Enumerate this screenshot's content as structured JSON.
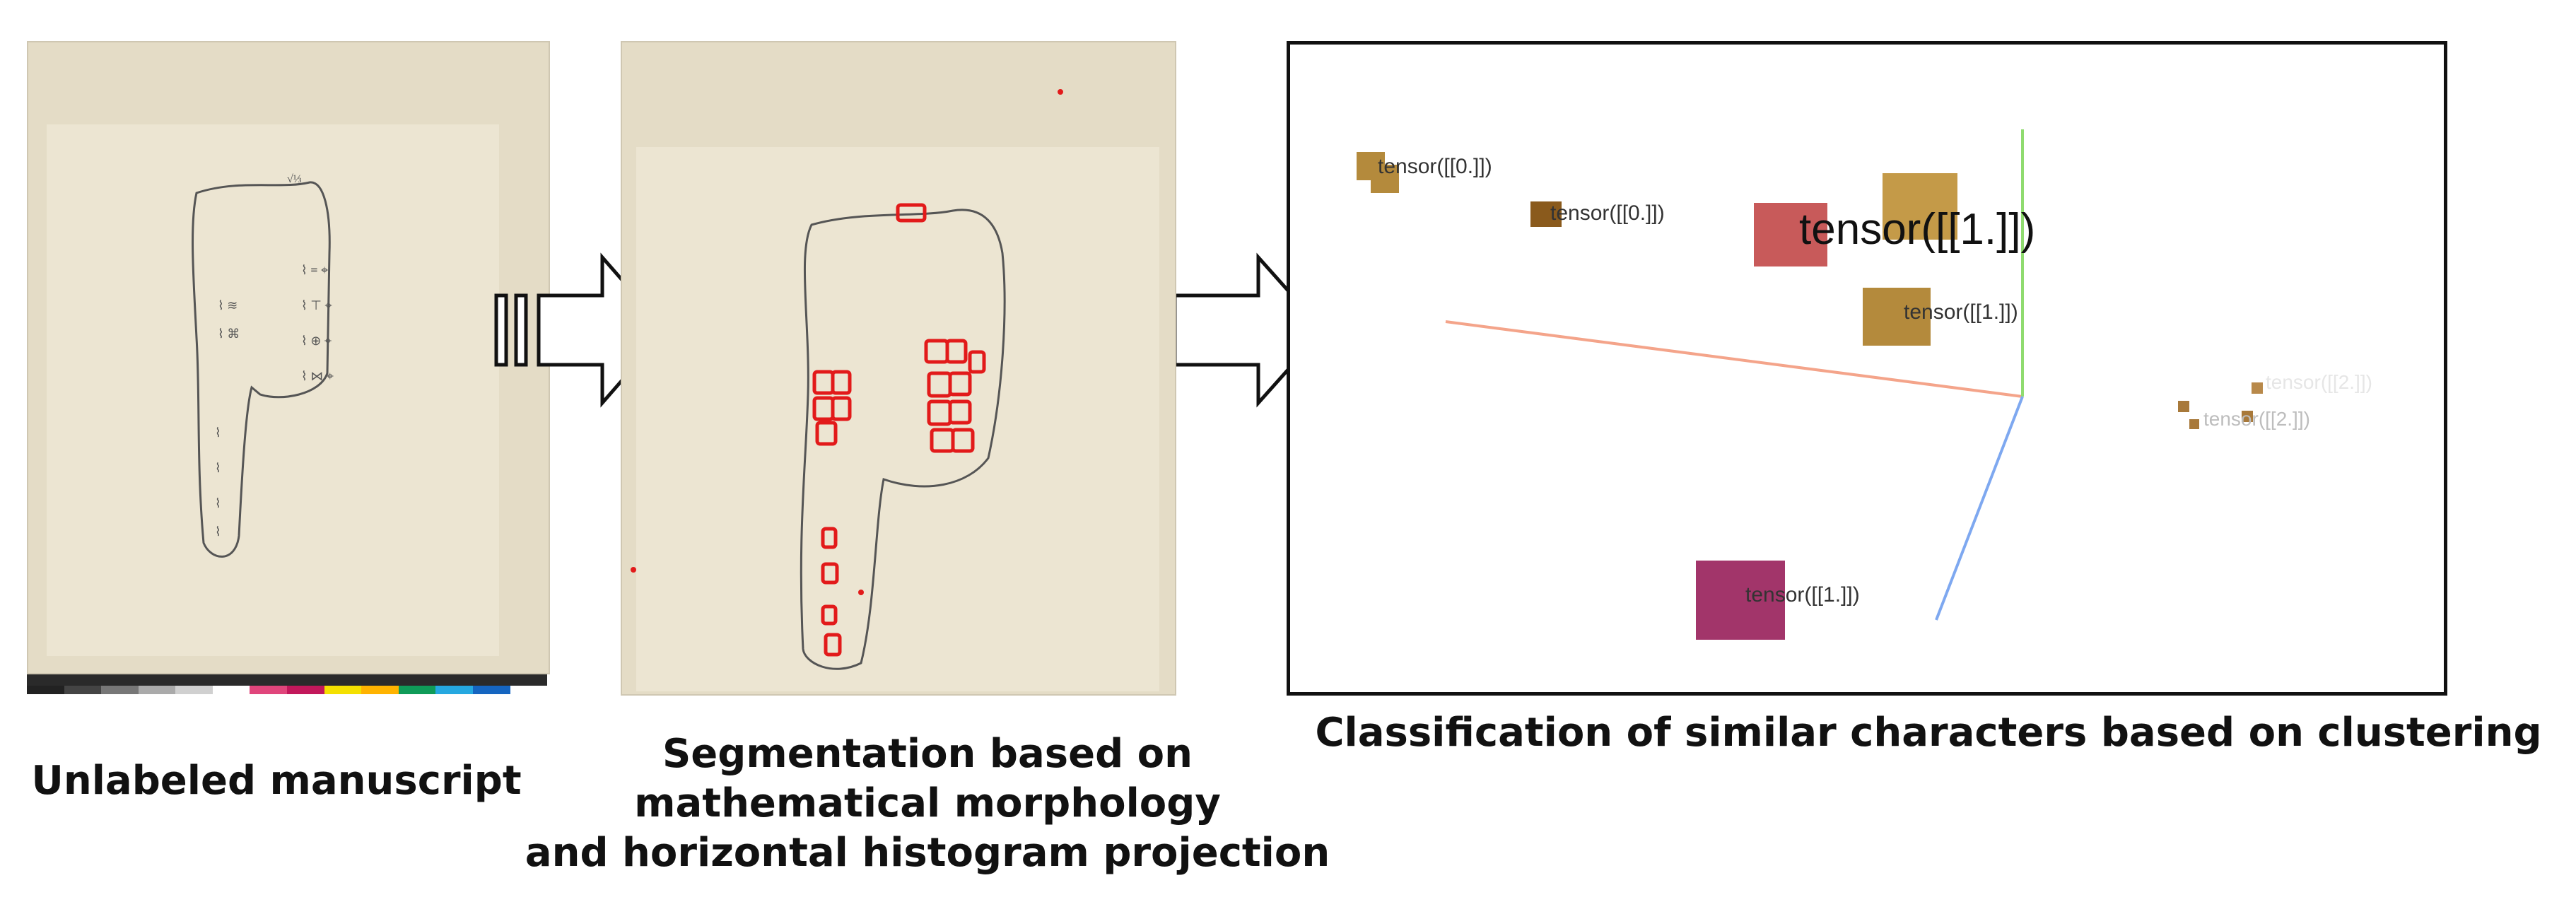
{
  "panels": {
    "left": {
      "caption": "Unlabeled manuscript"
    },
    "middle": {
      "caption_line1": "Segmentation based on",
      "caption_line2": "mathematical morphology",
      "caption_line3": "and horizontal histogram projection"
    },
    "right": {
      "caption": "Classification of similar characters based on clustering"
    }
  },
  "scatter_labels": [
    {
      "text": "tensor([[0.]])"
    },
    {
      "text": "tensor([[0.]])"
    },
    {
      "text": "tensor([[1.]])"
    },
    {
      "text": "tensor([[1.]])"
    },
    {
      "text": "tensor([[1.]])"
    },
    {
      "text": "tensor([[2.]])"
    },
    {
      "text": "tensor([[2.]])"
    }
  ],
  "colors": {
    "segment_highlight": "#e21a1a",
    "arrow_stroke": "#111111",
    "axis_x": "#f4a48a",
    "axis_y": "#8fdb6f",
    "axis_z": "#7ea8f0",
    "cluster0": "#8a5a1c",
    "cluster1_a": "#c85a5a",
    "cluster1_b": "#a2356a",
    "cluster1_c": "#b48a3c",
    "cluster2": "#b8894a"
  },
  "color_bar": [
    "#222222",
    "#444444",
    "#777777",
    "#aaaaaa",
    "#d0d0d0",
    "#ffffff",
    "#e0457b",
    "#c2185b",
    "#f4e000",
    "#ffb300",
    "#0f9b58",
    "#25a8e0",
    "#1565c0",
    "#ffffff"
  ]
}
